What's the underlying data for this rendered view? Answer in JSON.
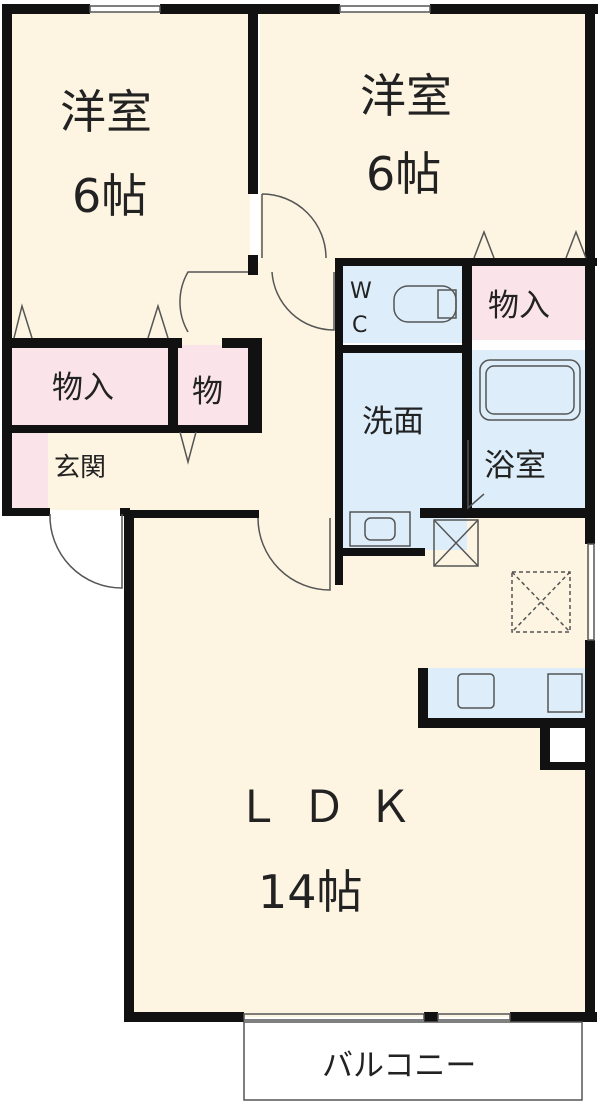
{
  "floor_plan": {
    "colors": {
      "room": "#fdf5e2",
      "storage": "#fbe3ea",
      "wet_area": "#ddeefa",
      "wall": "#111111",
      "balcony": "#ffffff"
    },
    "rooms": {
      "western_room_left": {
        "name": "洋室",
        "size": "6帖"
      },
      "western_room_right": {
        "name": "洋室",
        "size": "6帖"
      },
      "ldk": {
        "name": "ＬＤＫ",
        "size": "14帖"
      },
      "washroom": {
        "name": "洗面"
      },
      "bathroom": {
        "name": "浴室"
      },
      "toilet": {
        "line1": "W",
        "line2": "C"
      },
      "entrance": {
        "name": "玄関"
      },
      "closet_left": {
        "name": "物入"
      },
      "closet_small": {
        "name": "物"
      },
      "closet_right": {
        "name": "物入"
      },
      "balcony": {
        "name": "バルコニー"
      }
    }
  }
}
